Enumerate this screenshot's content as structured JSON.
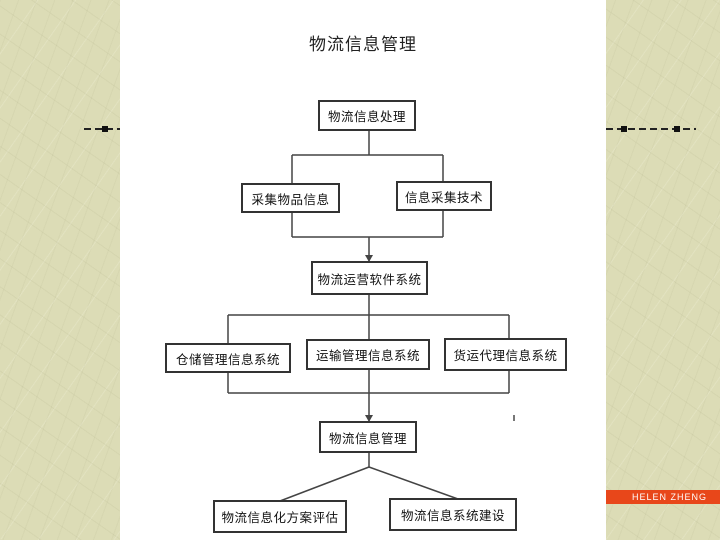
{
  "document": {
    "title": "物流信息管理"
  },
  "nodes": {
    "processing": "物流信息处理",
    "collect_goods": "采集物品信息",
    "collect_tech": "信息采集技术",
    "ops_software": "物流运营软件系统",
    "warehouse_mis": "仓储管理信息系统",
    "transport_mis": "运输管理信息系统",
    "freight_mis": "货运代理信息系统",
    "info_mgmt": "物流信息管理",
    "scheme_eval": "物流信息化方案评估",
    "system_build": "物流信息系统建设"
  },
  "branding": {
    "author": "HELEN  ZHENG",
    "accent_color": "#e8471a"
  }
}
